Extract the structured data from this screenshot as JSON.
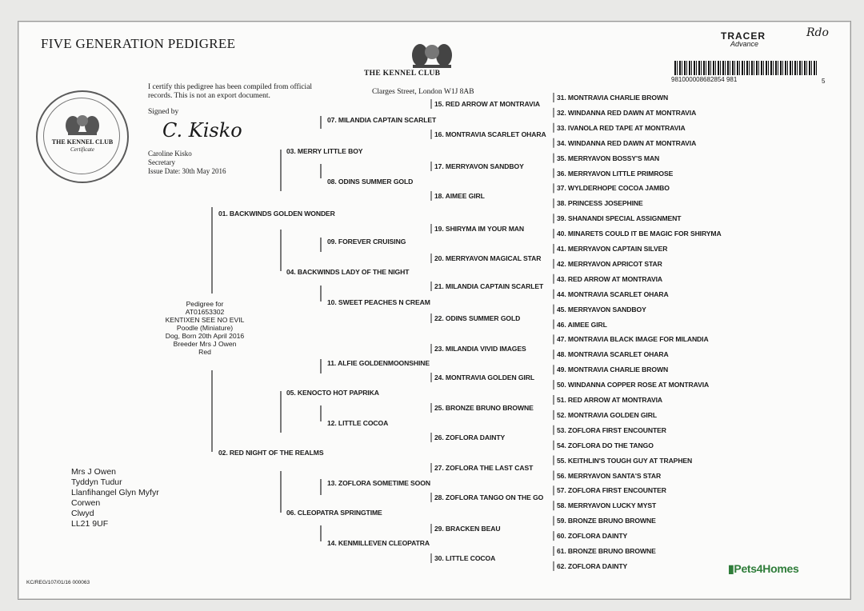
{
  "document": {
    "title": "FIVE GENERATION PEDIGREE",
    "certify_text": "I certify this pedigree has been compiled from official records. This is not an export document.",
    "signed_by_label": "Signed by",
    "signature": "C. Kisko",
    "signer_name": "Caroline Kisko",
    "signer_role": "Secretary",
    "issue_date": "Issue Date: 30th May 2016",
    "org_name": "THE KENNEL CLUB",
    "org_address": "Clarges Street, London W1J 8AB",
    "seal_text": "THE KENNEL CLUB",
    "seal_subtext": "Certificate",
    "tracer_title": "TRACER",
    "tracer_sub": "Advance",
    "initials": "Rdo",
    "barcode_number": "98100000868285​4  981",
    "barcode_side": "5",
    "footer_code": "KC/REG/107/01/16  000063",
    "watermark": "Pets4Homes"
  },
  "subject": {
    "line1": "Pedigree for",
    "line2": "AT01653302",
    "line3": "KENTIXEN SEE NO EVIL",
    "line4": "Poodle (Miniature)",
    "line5": "Dog, Born 20th April 2016",
    "line6": "Breeder Mrs J Owen",
    "line7": "Red"
  },
  "owner": [
    "Mrs J Owen",
    "Tyddyn Tudur",
    "Llanfihangel Glyn Myfyr",
    "Corwen",
    "Clwyd",
    "LL21 9UF"
  ],
  "pedigree": {
    "gen1": [
      "01. BACKWINDS GOLDEN WONDER",
      "02. RED NIGHT OF THE REALMS"
    ],
    "gen2": [
      "03. MERRY LITTLE BOY",
      "04. BACKWINDS LADY OF THE NIGHT",
      "05. KENOCTO HOT PAPRIKA",
      "06. CLEOPATRA SPRINGTIME"
    ],
    "gen3": [
      "07. MILANDIA CAPTAIN SCARLET",
      "08. ODINS SUMMER GOLD",
      "09. FOREVER CRUISING",
      "10. SWEET PEACHES N CREAM",
      "11. ALFIE GOLDENMOONSHINE",
      "12. LITTLE COCOA",
      "13. ZOFLORA SOMETIME SOON",
      "14. KENMILLEVEN CLEOPATRA"
    ],
    "gen4": [
      "15. RED ARROW AT MONTRAVIA",
      "16. MONTRAVIA SCARLET OHARA",
      "17. MERRYAVON SANDBOY",
      "18. AIMEE GIRL",
      "19. SHIRYMA IM YOUR MAN",
      "20. MERRYAVON MAGICAL STAR",
      "21. MILANDIA CAPTAIN SCARLET",
      "22. ODINS SUMMER GOLD",
      "23. MILANDIA VIVID IMAGES",
      "24. MONTRAVIA GOLDEN GIRL",
      "25. BRONZE BRUNO BROWNE",
      "26. ZOFLORA DAINTY",
      "27. ZOFLORA THE LAST CAST",
      "28. ZOFLORA TANGO ON THE GO",
      "29. BRACKEN BEAU",
      "30. LITTLE COCOA"
    ],
    "gen5": [
      "31. MONTRAVIA CHARLIE BROWN",
      "32. WINDANNA RED DAWN AT MONTRAVIA",
      "33. IVANOLA RED TAPE AT MONTRAVIA",
      "34. WINDANNA RED DAWN AT MONTRAVIA",
      "35. MERRYAVON BOSSY'S MAN",
      "36. MERRYAVON LITTLE PRIMROSE",
      "37. WYLDERHOPE COCOA JAMBO",
      "38. PRINCESS JOSEPHINE",
      "39. SHANANDI SPECIAL ASSIGNMENT",
      "40. MINARETS COULD IT BE MAGIC FOR SHIRYMA",
      "41. MERRYAVON CAPTAIN SILVER",
      "42. MERRYAVON APRICOT STAR",
      "43. RED ARROW AT MONTRAVIA",
      "44. MONTRAVIA SCARLET OHARA",
      "45. MERRYAVON SANDBOY",
      "46. AIMEE GIRL",
      "47. MONTRAVIA BLACK IMAGE FOR MILANDIA",
      "48. MONTRAVIA SCARLET OHARA",
      "49. MONTRAVIA CHARLIE BROWN",
      "50. WINDANNA COPPER ROSE AT MONTRAVIA",
      "51. RED ARROW AT MONTRAVIA",
      "52. MONTRAVIA GOLDEN GIRL",
      "53. ZOFLORA FIRST ENCOUNTER",
      "54. ZOFLORA DO THE TANGO",
      "55. KEITHLIN'S TOUGH GUY AT TRAPHEN",
      "56. MERRYAVON SANTA'S STAR",
      "57. ZOFLORA FIRST ENCOUNTER",
      "58. MERRYAVON LUCKY MYST",
      "59. BRONZE BRUNO BROWNE",
      "60. ZOFLORA DAINTY",
      "61. BRONZE BRUNO BROWNE",
      "62. ZOFLORA DAINTY"
    ]
  }
}
